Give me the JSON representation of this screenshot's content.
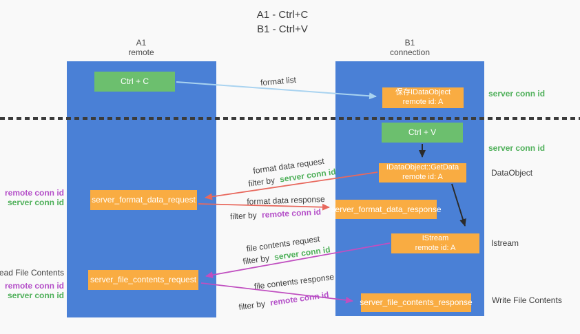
{
  "title": {
    "line1": "A1 - Ctrl+C",
    "line2": "B1 - Ctrl+V"
  },
  "lanes": {
    "a1": {
      "name": "A1",
      "subtitle": "remote"
    },
    "b1": {
      "name": "B1",
      "subtitle": "connection"
    }
  },
  "nodes": {
    "ctrl_c": {
      "label": "Ctrl + C"
    },
    "ctrl_v": {
      "label": "Ctrl + V"
    },
    "save_dataobject": {
      "line1": "保存IDataObject",
      "line2": "remote id: A"
    },
    "getdata": {
      "line1": "IDataObject::GetData",
      "line2": "remote id: A"
    },
    "istream": {
      "line1": "IStream",
      "line2": "remote id: A"
    },
    "server_format_data_request": {
      "label": "server_format_data_request"
    },
    "server_format_data_response": {
      "label": "server_format_data_response"
    },
    "server_file_contents_request": {
      "label": "server_file_contents_request"
    },
    "server_file_contents_response": {
      "label": "server_file_contents_response"
    }
  },
  "edge_labels": {
    "format_list": {
      "label": "format list"
    },
    "format_data_request": {
      "label": "format data request",
      "filter_prefix": "filter by",
      "filter_value": "server conn id"
    },
    "format_data_response": {
      "label": "format data response",
      "filter_prefix": "filter by",
      "filter_value": "remote conn id"
    },
    "file_contents_request": {
      "label": "file contents request",
      "filter_prefix": "filter by",
      "filter_value": "server conn id"
    },
    "file_contents_response": {
      "label": "file contents response",
      "filter_prefix": "filter by",
      "filter_value": "remote conn id"
    }
  },
  "side_labels": {
    "left_format": {
      "remote": "remote conn id",
      "server": "server conn id"
    },
    "left_file": {
      "title": "Read File Contents",
      "remote": "remote conn id",
      "server": "server conn id"
    },
    "right_save": {
      "server": "server conn id"
    },
    "right_ctrlv": {
      "server": "server conn id"
    },
    "right_dataobject": {
      "label": "DataObject"
    },
    "right_istream": {
      "label": "Istream"
    },
    "right_write": {
      "label": "Write File Contents"
    }
  },
  "colors": {
    "lane_blue": "#4a80d6",
    "node_green": "#6cbf6e",
    "node_orange": "#f9ac42",
    "server_conn_green": "#4fb05a",
    "remote_conn_purple": "#b44fc8",
    "request_red": "#e8695e",
    "file_magenta": "#c04fc0",
    "format_list_blue": "#a9d3f0",
    "arrow_black": "#2b2b2b"
  }
}
